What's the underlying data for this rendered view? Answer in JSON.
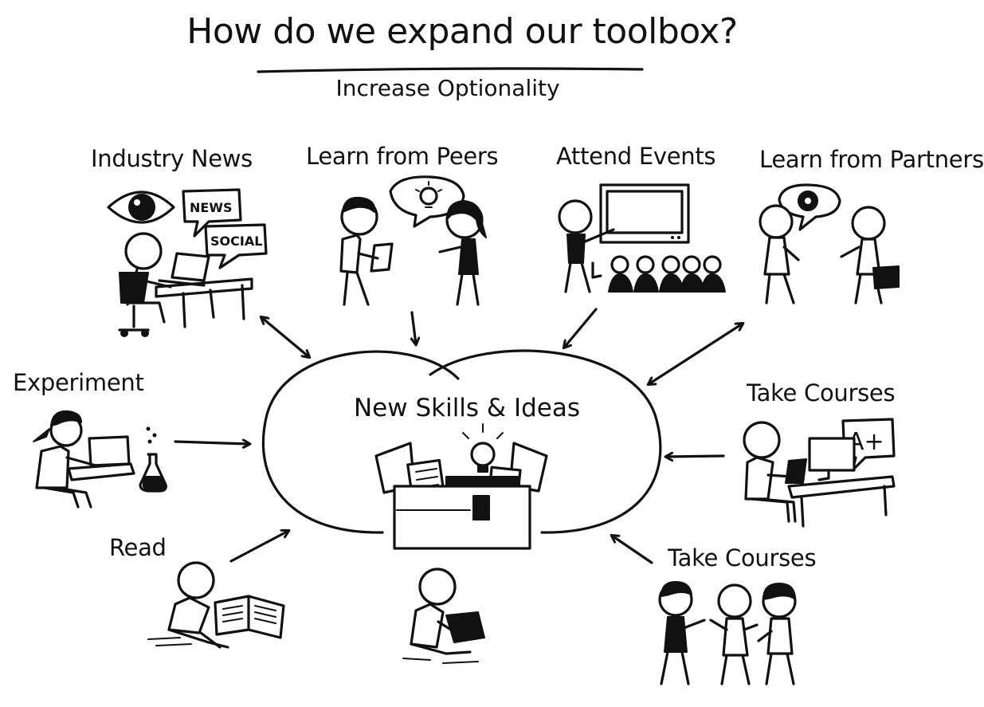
{
  "title": "How do we expand our toolbox?",
  "subtitle": "Increase Optionality",
  "center": {
    "label": "New Skills & Ideas",
    "icon": "toolbox-icon"
  },
  "sources": [
    {
      "id": "industry-news",
      "label": "Industry News",
      "icon": "eye-laptop-icon",
      "bubbles": [
        "NEWS",
        "SOCIAL"
      ],
      "arrow": "bidirectional"
    },
    {
      "id": "learn-from-peers",
      "label": "Learn from Peers",
      "icon": "peers-lightbulb-icon",
      "arrow": "inbound"
    },
    {
      "id": "attend-events",
      "label": "Attend Events",
      "icon": "presentation-audience-icon",
      "arrow": "inbound"
    },
    {
      "id": "learn-from-partners",
      "label": "Learn from Partners",
      "icon": "partners-gear-icon",
      "arrow": "bidirectional"
    },
    {
      "id": "experiment",
      "label": "Experiment",
      "icon": "laptop-flask-icon",
      "arrow": "inbound"
    },
    {
      "id": "take-courses-1",
      "label": "Take Courses",
      "icon": "computer-grade-icon",
      "badge": "A+",
      "arrow": "inbound"
    },
    {
      "id": "read",
      "label": "Read",
      "icon": "reading-book-icon",
      "arrow": "inbound"
    },
    {
      "id": "reading-person",
      "label": "",
      "icon": "reading-person-icon",
      "arrow": "none"
    },
    {
      "id": "take-courses-2",
      "label": "Take Courses",
      "icon": "group-conversation-icon",
      "arrow": "inbound"
    }
  ]
}
